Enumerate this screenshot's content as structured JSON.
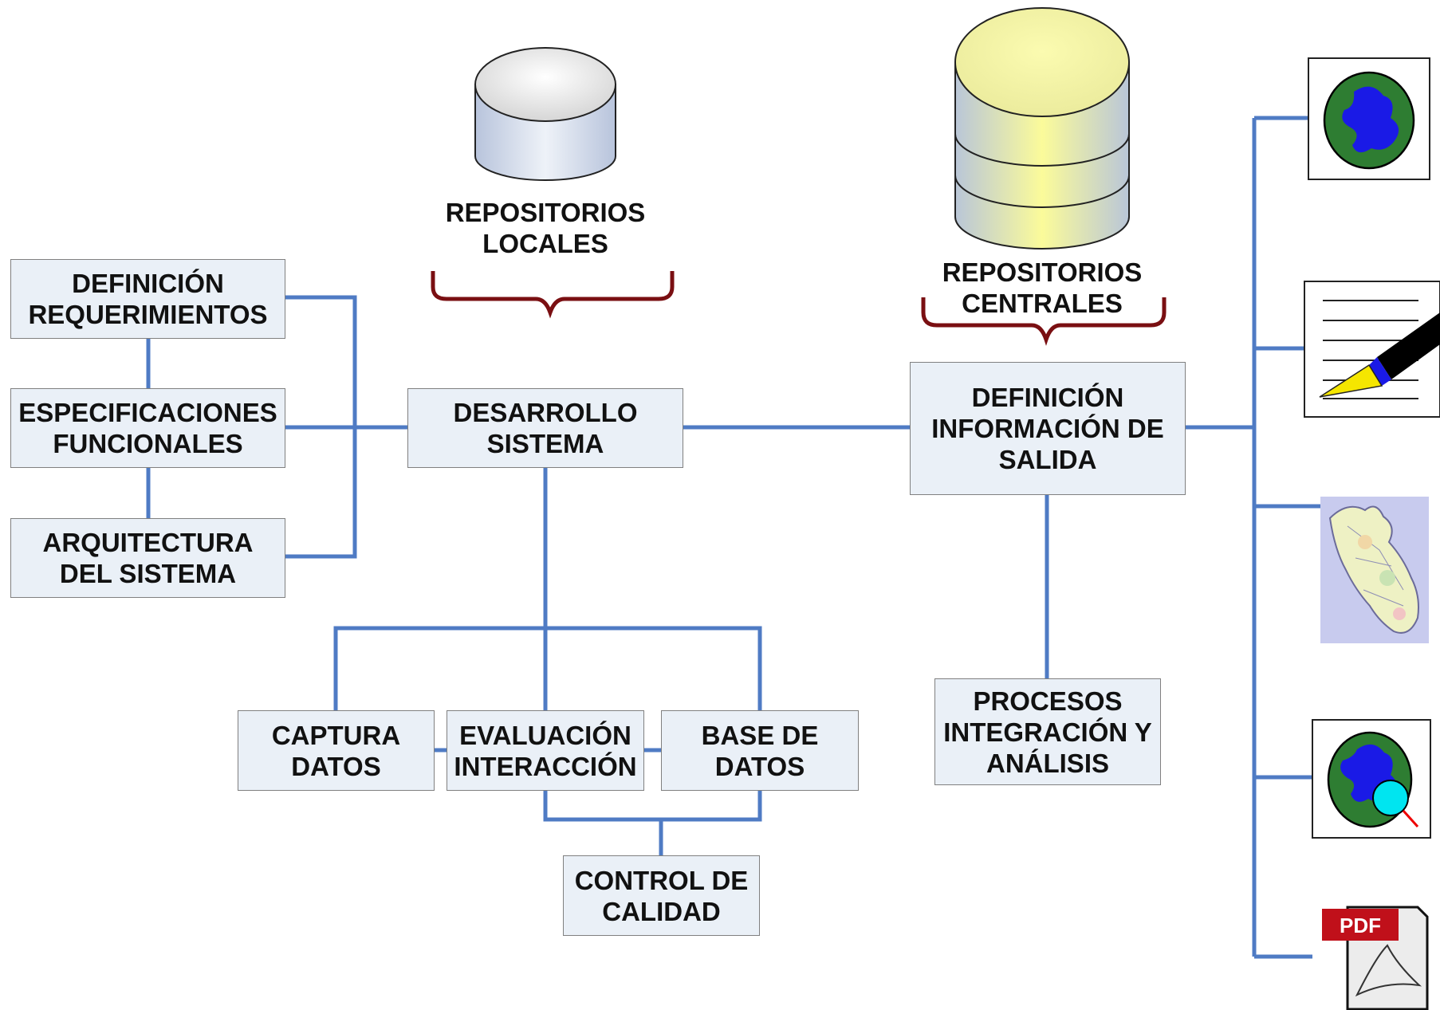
{
  "colors": {
    "connector": "#4f7bc4",
    "box_fill": "#eaf0f7",
    "box_border": "#808080",
    "brace": "#7a0f12",
    "db_local": "#d4dceb",
    "db_central": "#f6f6a8"
  },
  "repositories": {
    "local_label": "REPOSITORIOS\nLOCALES",
    "central_label": "REPOSITORIOS\nCENTRALES"
  },
  "boxes": {
    "definicion_requerimientos": "DEFINICIÓN\nREQUERIMIENTOS",
    "especificaciones_funcionales": "ESPECIFICACIONES\nFUNCIONALES",
    "arquitectura_sistema": "ARQUITECTURA\nDEL SISTEMA",
    "desarrollo_sistema": "DESARROLLO\nSISTEMA",
    "definicion_informacion_salida": "DEFINICIÓN\nINFORMACIÓN DE\nSALIDA",
    "captura_datos": "CAPTURA\nDATOS",
    "evaluacion_interaccion": "EVALUACIÓN\nINTERACCIÓN",
    "base_de_datos": "BASE DE\nDATOS",
    "control_de_calidad": "CONTROL DE\nCALIDAD",
    "procesos_integracion_analisis": "PROCESOS\nINTEGRACIÓN Y\nANÁLISIS"
  },
  "output_icons": [
    "globe-icon",
    "document-pen-icon",
    "peru-map-icon",
    "globe-search-icon",
    "pdf-icon"
  ],
  "pdf_icon_text": "PDF"
}
